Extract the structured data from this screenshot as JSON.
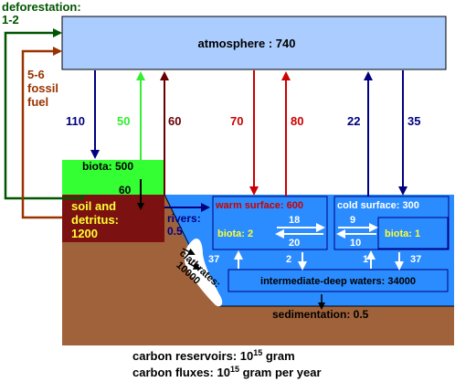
{
  "colors": {
    "atmosphere": "#aaccff",
    "biota": "#33ff33",
    "soil": "#7b1111",
    "ground": "#a0623a",
    "ocean": "#2a8cff",
    "green_dark": "#005500",
    "brown_arrow": "#993300",
    "navy": "#000080",
    "bright_green": "#33ee33",
    "maroon": "#660000",
    "red": "#cc0000",
    "yellow": "#ffff33"
  },
  "labels": {
    "deforestation": [
      "deforestation:",
      "1-2"
    ],
    "fossil_fuel": [
      "5-6",
      "fossil",
      "fuel"
    ],
    "atmosphere": "atmosphere : 740",
    "biota_land": "biota: 500",
    "soil": [
      "soil and",
      "detritus:",
      "1200"
    ],
    "rivers": [
      "rivers:",
      "0.5"
    ],
    "warm_surface": "warm surface: 600",
    "cold_surface": "cold surface: 300",
    "biota_warm": "biota: 2",
    "biota_cold": "biota: 1",
    "deep_waters": "intermediate-deep waters: 34000",
    "sedimentation": "sedimentation: 0.5",
    "clathrates": [
      "clathrates:",
      "10000"
    ],
    "footer_reservoirs_pre": "carbon reservoirs: 10",
    "footer_reservoirs_exp": "15",
    "footer_reservoirs_post": " gram",
    "footer_fluxes_pre": "carbon fluxes: 10",
    "footer_fluxes_exp": "15",
    "footer_fluxes_post": " gram per year"
  },
  "fluxes": {
    "atm_to_biota": "110",
    "biota_to_atm": "50",
    "soil_to_atm": "60",
    "biota_to_soil": "60",
    "atm_to_warm": "70",
    "warm_to_atm": "80",
    "cold_to_atm": "22",
    "atm_to_cold": "35",
    "warm_to_cold": "18",
    "cold_to_warm": "20",
    "cold_internal": "9",
    "cold_internal_2": "10",
    "deep_to_warm": "37",
    "warm_to_deep": "2",
    "deep_to_cold": "1",
    "cold_to_deep": "37"
  }
}
